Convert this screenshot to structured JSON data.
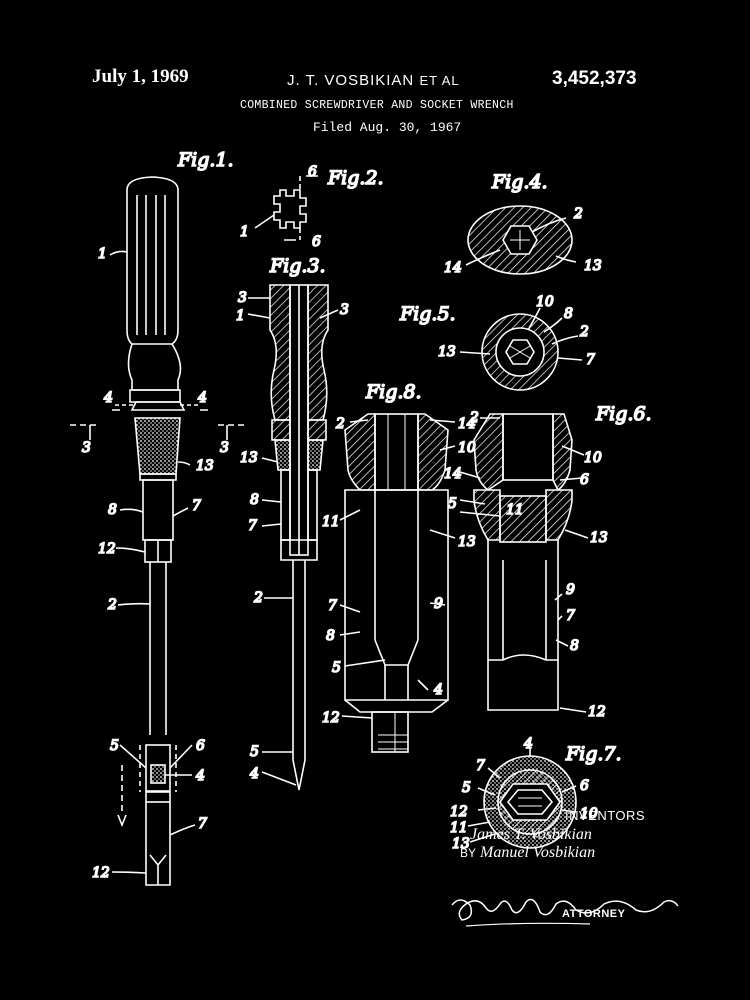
{
  "header": {
    "date": "July 1, 1969",
    "inventor": "J. T. VOSBIKIAN",
    "et_al": "ET AL",
    "patent_number": "3,452,373",
    "title": "COMBINED SCREWDRIVER AND SOCKET WRENCH",
    "filed": "Filed Aug. 30, 1967"
  },
  "figures": {
    "fig1": "Fig.1.",
    "fig2": "Fig.2.",
    "fig3": "Fig.3.",
    "fig4": "Fig.4.",
    "fig5": "Fig.5.",
    "fig6": "Fig.6.",
    "fig7": "Fig.7.",
    "fig8": "Fig.8."
  },
  "labels": {
    "fig1": [
      "1",
      "4",
      "4",
      "3",
      "3",
      "13",
      "8",
      "7",
      "12",
      "2",
      "5",
      "6",
      "4",
      "7",
      "12"
    ],
    "fig2": [
      "6",
      "1",
      "6"
    ],
    "fig3": [
      "3",
      "1",
      "3",
      "13",
      "8",
      "7",
      "2",
      "5",
      "4"
    ],
    "fig4": [
      "2",
      "14",
      "13"
    ],
    "fig5": [
      "10",
      "8",
      "2",
      "13",
      "7"
    ],
    "fig8": [
      "2",
      "14",
      "10",
      "11",
      "13",
      "7",
      "9",
      "8",
      "5",
      "4",
      "12"
    ],
    "fig6": [
      "2",
      "10",
      "14",
      "6",
      "5",
      "11",
      "13",
      "9",
      "7",
      "8",
      "12"
    ],
    "fig7": [
      "4",
      "7",
      "6",
      "5",
      "12",
      "10",
      "11",
      "13"
    ]
  },
  "signatures": {
    "inventors_heading": "INVENTORS",
    "inventor1": "James T. Vosbikian",
    "by": "BY",
    "inventor2": "Manuel Vosbikian",
    "attorney": "ATTORNEY"
  },
  "colors": {
    "background": "#000000",
    "ink": "#ffffff"
  }
}
